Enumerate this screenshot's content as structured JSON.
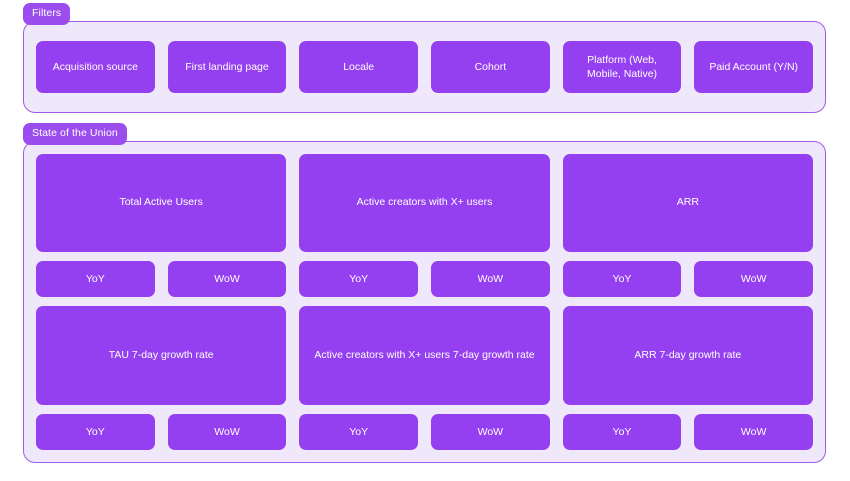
{
  "filters": {
    "badge_label": "Filters",
    "chips": [
      {
        "label": "Acquisition source"
      },
      {
        "label": "First landing page"
      },
      {
        "label": "Locale"
      },
      {
        "label": "Cohort"
      },
      {
        "label": "Platform (Web, Mobile, Native)"
      },
      {
        "label": "Paid Account (Y/N)"
      }
    ]
  },
  "state_of_the_union": {
    "badge_label": "State of the Union",
    "columns": [
      {
        "primary_metric": "Total Active Users",
        "primary_compare": [
          {
            "label": "YoY"
          },
          {
            "label": "WoW"
          }
        ],
        "growth_metric": "TAU 7-day growth rate",
        "growth_compare": [
          {
            "label": "YoY"
          },
          {
            "label": "WoW"
          }
        ]
      },
      {
        "primary_metric": "Active creators with X+ users",
        "primary_compare": [
          {
            "label": "YoY"
          },
          {
            "label": "WoW"
          }
        ],
        "growth_metric": "Active creators with X+ users 7-day growth rate",
        "growth_compare": [
          {
            "label": "YoY"
          },
          {
            "label": "WoW"
          }
        ]
      },
      {
        "primary_metric": "ARR",
        "primary_compare": [
          {
            "label": "YoY"
          },
          {
            "label": "WoW"
          }
        ],
        "growth_metric": "ARR 7-day growth rate",
        "growth_compare": [
          {
            "label": "YoY"
          },
          {
            "label": "WoW"
          }
        ]
      }
    ]
  },
  "colors": {
    "card_purple": "#9540f0",
    "badge_purple": "#9b4dee",
    "panel_background": "#efe7fa",
    "panel_border": "#a05ce8",
    "card_text": "#ffffff",
    "page_background": "#ffffff"
  }
}
